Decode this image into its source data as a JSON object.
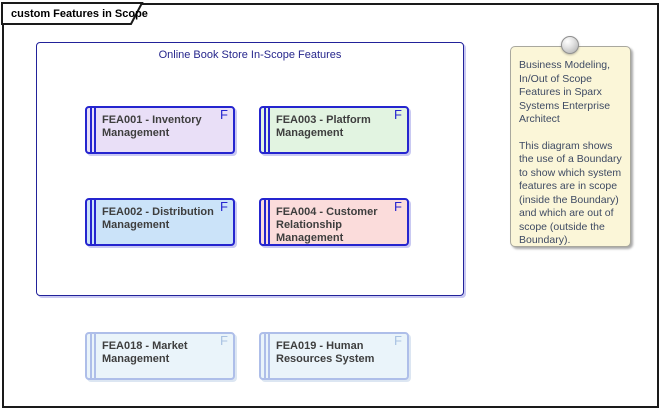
{
  "diagram": {
    "tab_label": "custom Features in Scope"
  },
  "boundary": {
    "title": "Online Book Store In-Scope Features",
    "border_color": "#22229a"
  },
  "feature_marker": "F",
  "features_in_scope": [
    {
      "id": "FEA001",
      "label": "FEA001 - Inventory Management",
      "fill": "#e9dff7",
      "border": "#2525cf"
    },
    {
      "id": "FEA003",
      "label": "FEA003 - Platform Management",
      "fill": "#e2f4e1",
      "border": "#2525cf"
    },
    {
      "id": "FEA002",
      "label": "FEA002 - Distribution Management",
      "fill": "#cbe3f9",
      "border": "#2525cf"
    },
    {
      "id": "FEA004",
      "label": "FEA004 - Customer Relationship Management",
      "fill": "#fbdcdb",
      "border": "#2525cf"
    }
  ],
  "features_out_of_scope": [
    {
      "id": "FEA018",
      "label": "FEA018 - Market Management",
      "fill": "#eaf4fa",
      "border": "#aebee9"
    },
    {
      "id": "FEA019",
      "label": "FEA019 - Human Resources System",
      "fill": "#eaf4fa",
      "border": "#aebee9"
    }
  ],
  "note": {
    "paragraph1": "Business Modeling, In/Out of Scope Features in Sparx Systems Enterprise Architect",
    "paragraph2": "This diagram shows the use of a Boundary to show which system features are in scope (inside the Boundary) and which are out of scope (outside the Boundary).",
    "fill": "#fbf6d8"
  }
}
